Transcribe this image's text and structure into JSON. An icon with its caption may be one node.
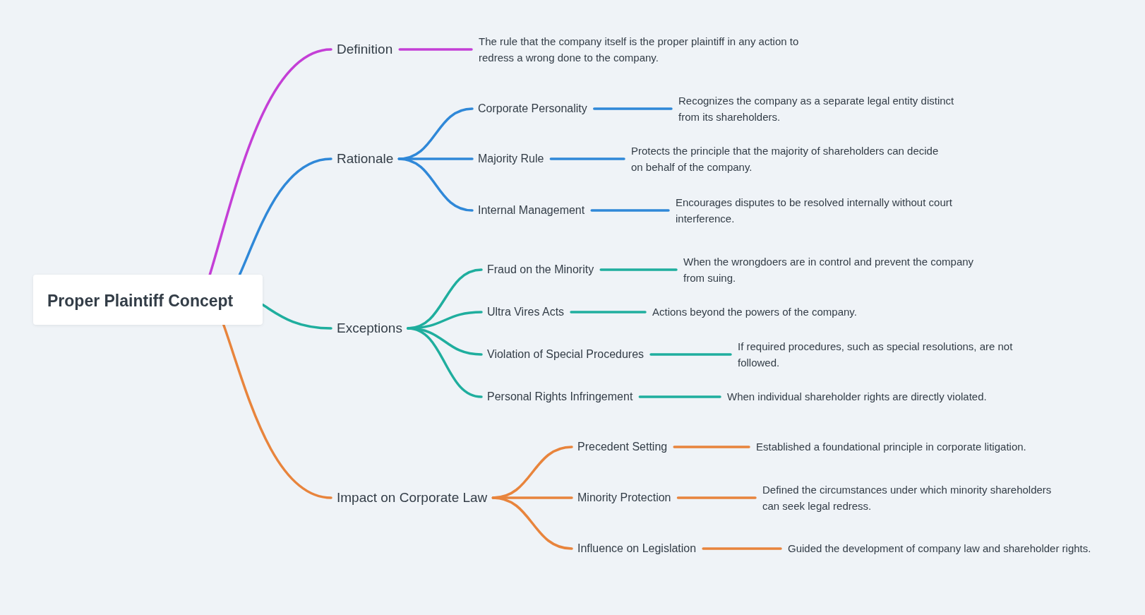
{
  "diagram": {
    "nodes": [
      {
        "text": [
          "Proper Plaintiff Concept"
        ]
      },
      {
        "text": [
          "Definition"
        ]
      },
      {
        "text": [
          "The rule that the company itself is the proper plaintiff in any action to redress a wrong done to the company."
        ]
      },
      {
        "text": [
          "Rationale"
        ]
      },
      {
        "text": [
          "Corporate Personality"
        ]
      },
      {
        "text": [
          "Recognizes the company as a separate legal entity distinct from its shareholders."
        ]
      },
      {
        "text": [
          "Majority Rule"
        ]
      },
      {
        "text": [
          "Protects the principle that the majority of shareholders can decide on behalf of the company."
        ]
      },
      {
        "text": [
          "Internal Management"
        ]
      },
      {
        "text": [
          "Encourages disputes to be resolved internally without court interference."
        ]
      },
      {
        "text": [
          "Exceptions"
        ]
      },
      {
        "text": [
          "Fraud on the Minority"
        ]
      },
      {
        "text": [
          "When the wrongdoers are in control and prevent the company from suing."
        ]
      },
      {
        "text": [
          "Ultra Vires Acts"
        ]
      },
      {
        "text": [
          "Actions beyond the powers of the company."
        ]
      },
      {
        "text": [
          "Violation of Special Procedures"
        ]
      },
      {
        "text": [
          "If required procedures, such as special resolutions, are not followed."
        ]
      },
      {
        "text": [
          "Personal Rights Infringement"
        ]
      },
      {
        "text": [
          "When individual shareholder rights are directly violated."
        ]
      },
      {
        "text": [
          "Impact on Corporate Law"
        ]
      },
      {
        "text": [
          "Precedent Setting"
        ]
      },
      {
        "text": [
          "Established a foundational principle in corporate litigation."
        ]
      },
      {
        "text": [
          "Minority Protection"
        ]
      },
      {
        "text": [
          "Defined the circumstances under which minority shareholders can seek legal redress."
        ]
      },
      {
        "text": [
          "Influence on Legislation"
        ]
      },
      {
        "text": [
          "Guided the development of company law and shareholder rights."
        ]
      }
    ],
    "edges": [
      {
        "from": 0,
        "to": 1,
        "arrow": "none",
        "color": "#c43fd6"
      },
      {
        "from": 1,
        "to": 2,
        "arrow": "none",
        "color": "#c43fd6"
      },
      {
        "from": 0,
        "to": 3,
        "arrow": "none",
        "color": "#2f88d8"
      },
      {
        "from": 3,
        "to": 4,
        "arrow": "none",
        "color": "#2f88d8"
      },
      {
        "from": 4,
        "to": 5,
        "arrow": "none",
        "color": "#2f88d8"
      },
      {
        "from": 3,
        "to": 6,
        "arrow": "none",
        "color": "#2f88d8"
      },
      {
        "from": 6,
        "to": 7,
        "arrow": "none",
        "color": "#2f88d8"
      },
      {
        "from": 3,
        "to": 8,
        "arrow": "none",
        "color": "#2f88d8"
      },
      {
        "from": 8,
        "to": 9,
        "arrow": "none",
        "color": "#2f88d8"
      },
      {
        "from": 0,
        "to": 10,
        "arrow": "none",
        "color": "#1fae9e"
      },
      {
        "from": 10,
        "to": 11,
        "arrow": "none",
        "color": "#1fae9e"
      },
      {
        "from": 11,
        "to": 12,
        "arrow": "none",
        "color": "#1fae9e"
      },
      {
        "from": 10,
        "to": 13,
        "arrow": "none",
        "color": "#1fae9e"
      },
      {
        "from": 13,
        "to": 14,
        "arrow": "none",
        "color": "#1fae9e"
      },
      {
        "from": 10,
        "to": 15,
        "arrow": "none",
        "color": "#1fae9e"
      },
      {
        "from": 15,
        "to": 16,
        "arrow": "none",
        "color": "#1fae9e"
      },
      {
        "from": 10,
        "to": 17,
        "arrow": "none",
        "color": "#1fae9e"
      },
      {
        "from": 17,
        "to": 18,
        "arrow": "none",
        "color": "#1fae9e"
      },
      {
        "from": 0,
        "to": 19,
        "arrow": "none",
        "color": "#e8843c"
      },
      {
        "from": 19,
        "to": 20,
        "arrow": "none",
        "color": "#e8843c"
      },
      {
        "from": 20,
        "to": 21,
        "arrow": "none",
        "color": "#e8843c"
      },
      {
        "from": 19,
        "to": 22,
        "arrow": "none",
        "color": "#e8843c"
      },
      {
        "from": 22,
        "to": 23,
        "arrow": "none",
        "color": "#e8843c"
      },
      {
        "from": 19,
        "to": 24,
        "arrow": "none",
        "color": "#e8843c"
      },
      {
        "from": 24,
        "to": 25,
        "arrow": "none",
        "color": "#e8843c"
      }
    ]
  }
}
